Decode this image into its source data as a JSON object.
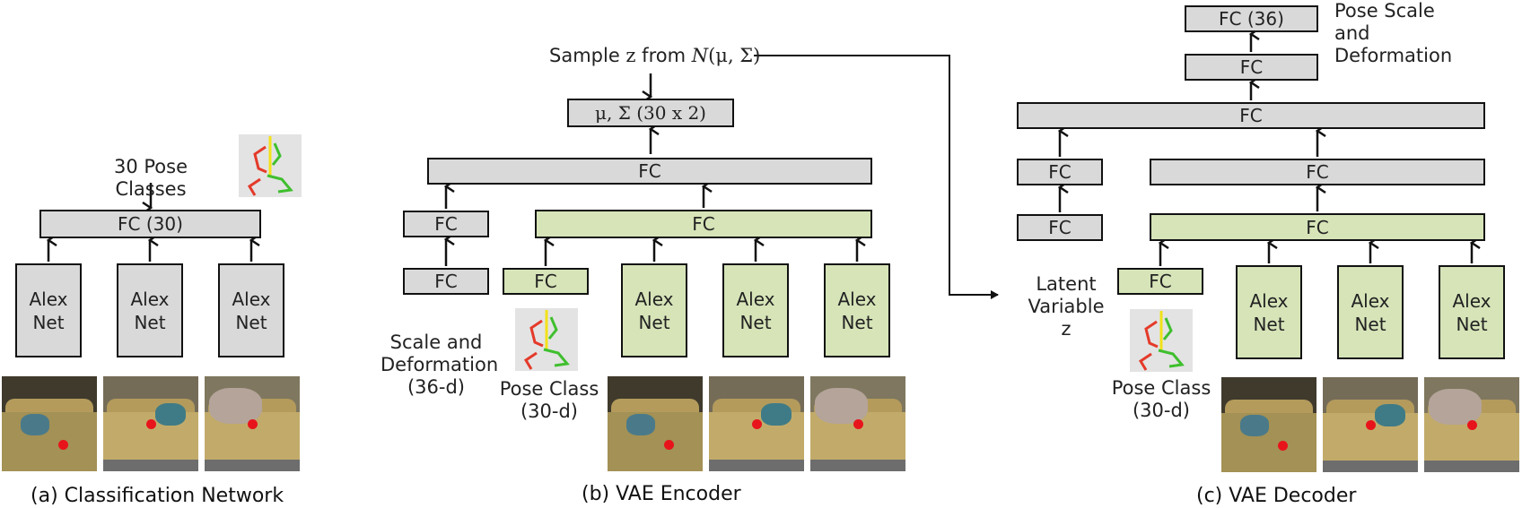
{
  "colors": {
    "gray_box": "#d9d9d9",
    "green_box": "#d6e4b8",
    "outline": "#111111",
    "keypoint": "#e8141c"
  },
  "icons": {
    "pose_glyph": "pose-skeleton-icon",
    "arrow": "arrow-up-icon"
  },
  "classification": {
    "caption": "(a) Classification Network",
    "output_label": "30 Pose Classes",
    "fc_label": "FC (30)",
    "alexnet_labels": [
      "Alex\nNet",
      "Alex\nNet",
      "Alex\nNet"
    ]
  },
  "encoder": {
    "caption": "(b) VAE Encoder",
    "sample_label": "Sample z from N(μ, Σ)",
    "sample_label_parts": [
      "Sample ",
      "z",
      " from ",
      "N",
      "(μ, Σ)"
    ],
    "mu_sigma_label": "μ, Σ (30 x 2)",
    "fc_top": "FC",
    "fc_left_upper": "FC",
    "fc_left_lower": "FC",
    "fc_green_wide": "FC",
    "fc_green_small": "FC",
    "alexnet_labels": [
      "Alex\nNet",
      "Alex\nNet",
      "Alex\nNet"
    ],
    "scale_label": "Scale and\nDeformation\n(36-d)",
    "pose_class_label": "Pose Class\n(30-d)"
  },
  "decoder": {
    "caption": "(c) VAE Decoder",
    "fc36_label": "FC (36)",
    "fc_above_top": "FC",
    "fc_top": "FC",
    "fc_left_upper": "FC",
    "fc_left_lower": "FC",
    "fc_right_gray": "FC",
    "fc_green_wide": "FC",
    "fc_green_small": "FC",
    "alexnet_labels": [
      "Alex\nNet",
      "Alex\nNet",
      "Alex\nNet"
    ],
    "output_label": "Pose Scale and\nDeformation",
    "latent_label": "Latent\nVariable z",
    "pose_class_label": "Pose Class\n(30-d)"
  }
}
